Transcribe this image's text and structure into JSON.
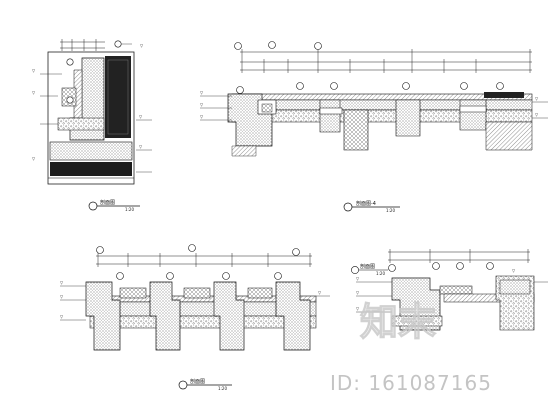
{
  "drawings": [
    {
      "title": "剖面图",
      "scale": "1:20"
    },
    {
      "title": "剖面图-4",
      "scale": "1:20"
    },
    {
      "title": "剖面图",
      "scale": "1:20"
    },
    {
      "title": "剖面图",
      "scale": "1:20"
    }
  ],
  "watermark": {
    "logo_text": "知末",
    "id_text": "ID: 161087165"
  },
  "colors": {
    "line": "#1a1a1a",
    "hatch": "#555555",
    "fill_dark": "#222222",
    "watermark": "#c4c4c4"
  }
}
